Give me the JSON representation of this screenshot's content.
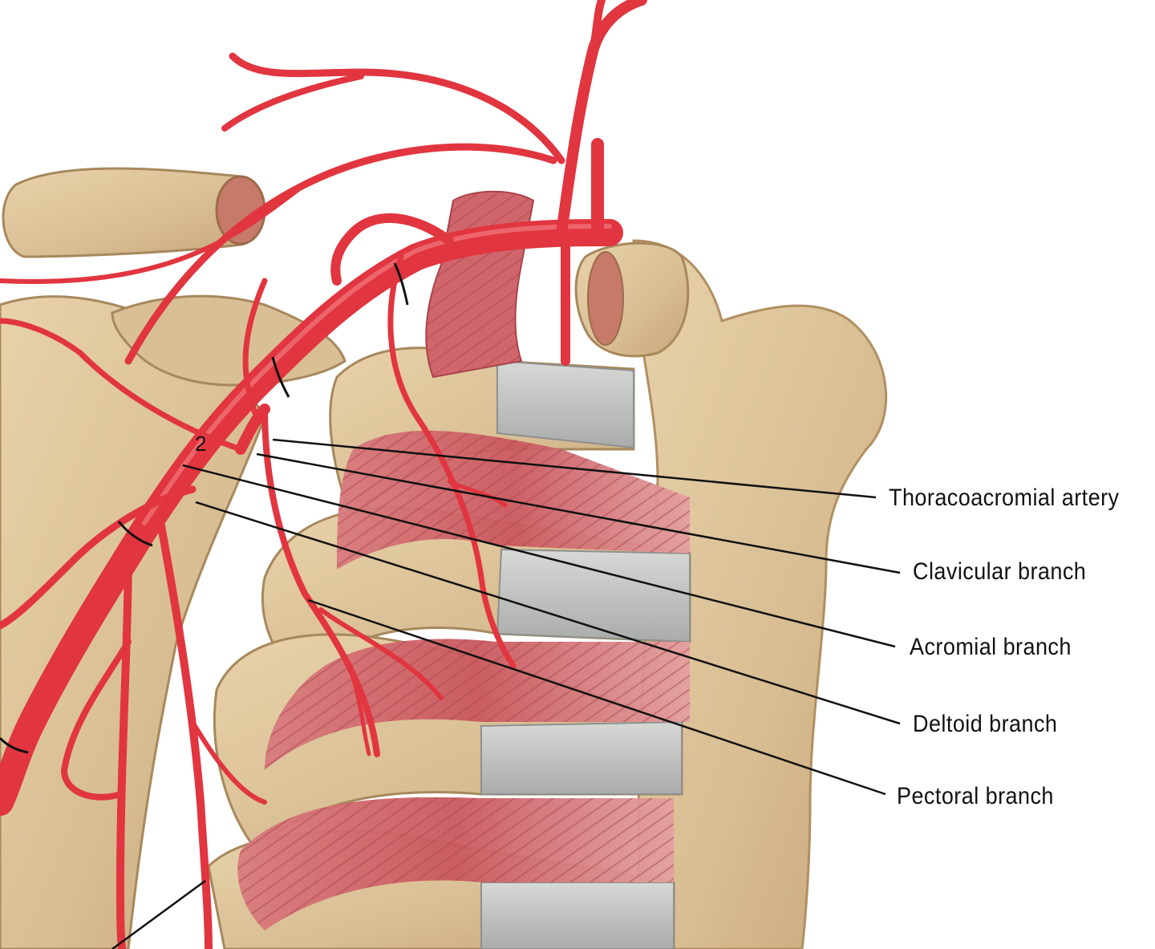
{
  "diagram": {
    "labels": [
      {
        "id": "thoracoacromial-artery",
        "text": "Thoracoacromial artery"
      },
      {
        "id": "clavicular-branch",
        "text": "Clavicular branch"
      },
      {
        "id": "acromial-branch",
        "text": "Acromial branch"
      },
      {
        "id": "deltoid-branch",
        "text": "Deltoid branch"
      },
      {
        "id": "pectoral-branch",
        "text": "Pectoral branch"
      }
    ],
    "part_number": "2"
  },
  "colors": {
    "bone": "#dcc39a",
    "bone_shadow": "#b89b6e",
    "cartilage": "#c4c6c3",
    "muscle": "#c95a60",
    "muscle_light": "#e6a3a3",
    "artery": "#e1353f",
    "artery_highlight": "#f27a7f",
    "leader_line": "#111111"
  }
}
